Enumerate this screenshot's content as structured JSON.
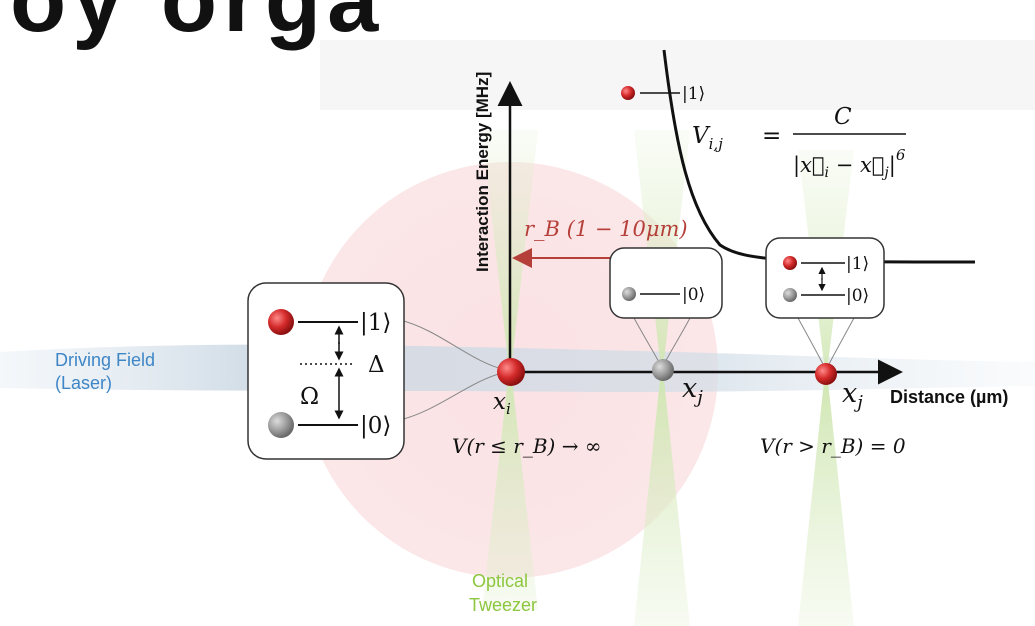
{
  "header": {
    "clipped_title": "oy orga"
  },
  "colors": {
    "excited_atom": "#c8202a",
    "ground_atom": "#8c8c8c",
    "laser_blue": "#3e86c6",
    "tweezer_green": "#8dc63f",
    "blockade_pink": "#f6c4c8",
    "radius_arrow": "#b5403a",
    "axis": "#111111"
  },
  "axis": {
    "y_label": "Interaction Energy [MHz]",
    "x_label": "Distance (µm)"
  },
  "driving_field": {
    "line1": "Driving Field",
    "line2": "(Laser)"
  },
  "tweezer": {
    "line1": "Optical",
    "line2": "Tweezer"
  },
  "blockade": {
    "radius_label": "r_B (1 − 10μm)"
  },
  "level_box_main": {
    "excited": "|1⟩",
    "ground": "|0⟩",
    "detuning": "Δ",
    "rabi": "Ω"
  },
  "level_box_mid": {
    "ground": "|0⟩"
  },
  "level_box_right": {
    "excited": "|1⟩",
    "ground": "|0⟩"
  },
  "curve_legend": {
    "excited": "|1⟩"
  },
  "potential_formula": {
    "lhs": "V",
    "lhs_sub": "i,j",
    "equals": "=",
    "numerator": "C",
    "denominator": "|x⃗",
    "den_i": "i",
    "den_minus": " − x⃗",
    "den_j": "j",
    "den_close": "|",
    "den_exp": "6"
  },
  "positions": {
    "xi_label": "x",
    "xi_sub": "i",
    "xj_label": "x",
    "xj_sub": "j",
    "xj2_label": "x",
    "xj2_sub": "j"
  },
  "conditions": {
    "inside": "V(r ≤ r_B) → ∞",
    "outside": "V(r > r_B) = 0"
  }
}
